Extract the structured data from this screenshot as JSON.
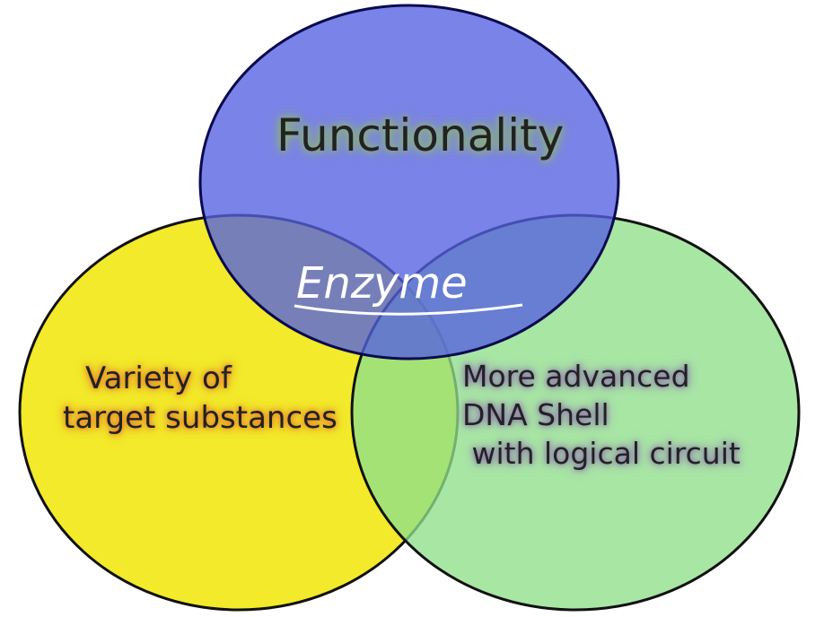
{
  "diagram": {
    "type": "venn",
    "sets": [
      {
        "label": "Functionality",
        "color": "#7478e8"
      },
      {
        "label_lines": [
          "Variety of",
          "target substances"
        ],
        "color": "#f2ea2a"
      },
      {
        "label_lines": [
          "More advanced",
          "DNA Shell",
          " with logical circuit"
        ],
        "color": "#93e08f"
      }
    ],
    "center_label": "Enzyme"
  }
}
